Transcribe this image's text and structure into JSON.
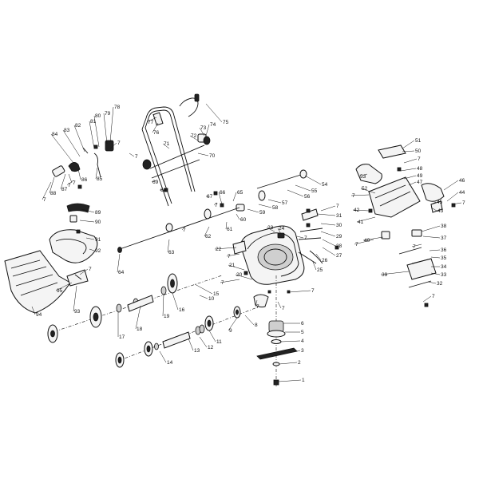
{
  "diagram": {
    "callouts": [
      "1",
      "2",
      "3",
      "4",
      "5",
      "6",
      "7",
      "8",
      "9",
      "10",
      "11",
      "12",
      "13",
      "14",
      "15",
      "16",
      "17",
      "18",
      "19",
      "20",
      "21",
      "22",
      "23",
      "24",
      "25",
      "26",
      "27",
      "28",
      "29",
      "30",
      "31",
      "32",
      "33",
      "34",
      "35",
      "36",
      "37",
      "38",
      "39",
      "40",
      "41",
      "42",
      "43",
      "44",
      "45",
      "46",
      "47",
      "48",
      "49",
      "50",
      "51",
      "52",
      "53",
      "54",
      "55",
      "56",
      "57",
      "58",
      "59",
      "60",
      "61",
      "62",
      "63",
      "64",
      "65",
      "66",
      "67",
      "68",
      "69",
      "70",
      "71",
      "72",
      "73",
      "74",
      "75",
      "76",
      "77",
      "78",
      "79",
      "80",
      "81",
      "82",
      "83",
      "84",
      "85",
      "86",
      "87",
      "88",
      "89",
      "90",
      "91",
      "92",
      "93",
      "94",
      "95"
    ]
  }
}
